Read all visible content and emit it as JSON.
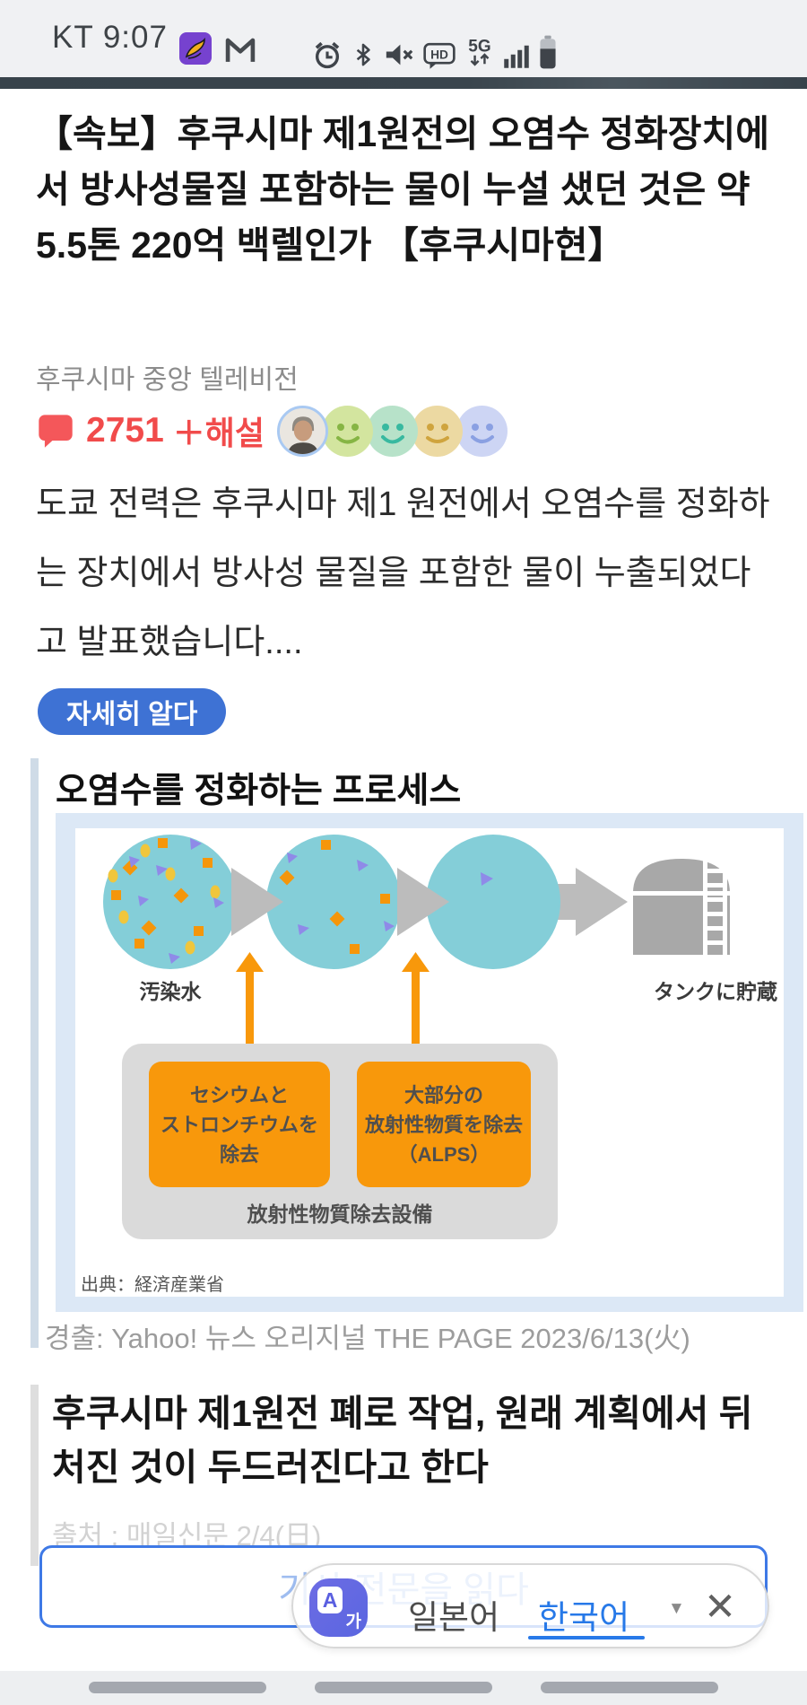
{
  "status_bar": {
    "carrier_time": "KT 9:07",
    "icons": [
      "flame-app-icon",
      "gmail-icon",
      "alarm-icon",
      "bluetooth-icon",
      "mute-icon",
      "hd-icon",
      "5g-icon",
      "signal-icon",
      "battery-icon"
    ]
  },
  "article": {
    "title": "【속보】후쿠시마 제1원전의 오염수 정화장치에서 방사성물질 포함하는 물이 누설 샜던 것은 약 5.5톤 220억 백렐인가 【후쿠시마현】",
    "source": "후쿠시마 중앙 텔레비전",
    "comments": {
      "count": "2751",
      "label": "＋해설"
    },
    "body": "도쿄 전력은 후쿠시마 제1 원전에서 오염수를 정화하는 장치에서 방사성 물질을 포함한 물이 누출되었다고 발표했습니다....",
    "more_button": "자세히 알다"
  },
  "figure": {
    "heading": "오염수를 정화하는 프로세스",
    "label_polluted_water": "汚染水",
    "label_tank": "タンクに貯蔵",
    "box1_lines": [
      "セシウムと",
      "ストロンチウムを",
      "除去"
    ],
    "box2_lines": [
      "大部分の",
      "放射性物質を除去",
      "（ALPS）"
    ],
    "label_equipment": "放射性物質除去設備",
    "credit": "出典：経済産業省",
    "caption": "경출: Yahoo! 뉴스 오리지널 THE PAGE 2023/6/13(火)"
  },
  "article2": {
    "title": "후쿠시마 제1원전 폐로 작업, 원래 계획에서 뒤처진 것이 두드러진다고 한다",
    "source": "출처 : 매일신문 2/4(日)",
    "read_button": "기사 전문을 읽다"
  },
  "translator": {
    "source_language": "일본어",
    "target_language": "한국어",
    "dropdown_glyph": "▼",
    "close_glyph": "✕"
  },
  "colors": {
    "accent_blue": "#3e72d4",
    "link_blue": "#2779e8",
    "alert_red": "#f14b4b",
    "diagram_orange": "#f8980b",
    "diagram_teal": "#84ced8",
    "figure_frame": "#dce8f6"
  }
}
